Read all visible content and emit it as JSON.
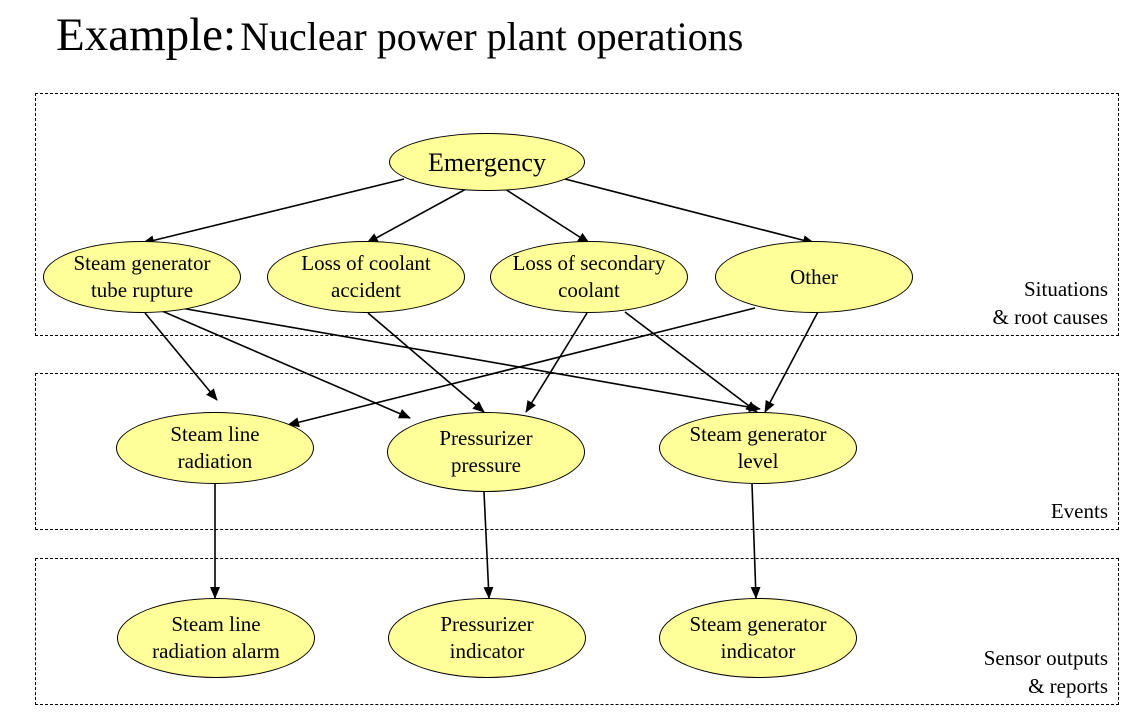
{
  "title": {
    "lead": "Example:",
    "rest": "Nuclear power plant operations"
  },
  "panels": {
    "situations": "Situations\n& root causes",
    "events": "Events",
    "sensors": "Sensor outputs\n& reports"
  },
  "nodes": {
    "emergency": "Emergency",
    "sg_tube_rupture": "Steam generator\ntube rupture",
    "loss_coolant": "Loss of coolant\naccident",
    "loss_secondary": "Loss of secondary\ncoolant",
    "other": "Other",
    "steam_line_radiation": "Steam line\nradiation",
    "pressurizer_pressure": "Pressurizer\npressure",
    "sg_level": "Steam generator\nlevel",
    "steam_line_alarm": "Steam line\nradiation alarm",
    "pressurizer_indicator": "Pressurizer\nindicator",
    "sg_indicator": "Steam generator\nindicator"
  },
  "edges": [
    [
      "emergency",
      "sg_tube_rupture"
    ],
    [
      "emergency",
      "loss_coolant"
    ],
    [
      "emergency",
      "loss_secondary"
    ],
    [
      "emergency",
      "other"
    ],
    [
      "sg_tube_rupture",
      "steam_line_radiation"
    ],
    [
      "sg_tube_rupture",
      "pressurizer_pressure"
    ],
    [
      "sg_tube_rupture",
      "sg_level"
    ],
    [
      "loss_coolant",
      "pressurizer_pressure"
    ],
    [
      "loss_secondary",
      "pressurizer_pressure"
    ],
    [
      "loss_secondary",
      "sg_level"
    ],
    [
      "other",
      "steam_line_radiation"
    ],
    [
      "other",
      "sg_level"
    ],
    [
      "steam_line_radiation",
      "steam_line_alarm"
    ],
    [
      "pressurizer_pressure",
      "pressurizer_indicator"
    ],
    [
      "sg_level",
      "sg_indicator"
    ]
  ]
}
